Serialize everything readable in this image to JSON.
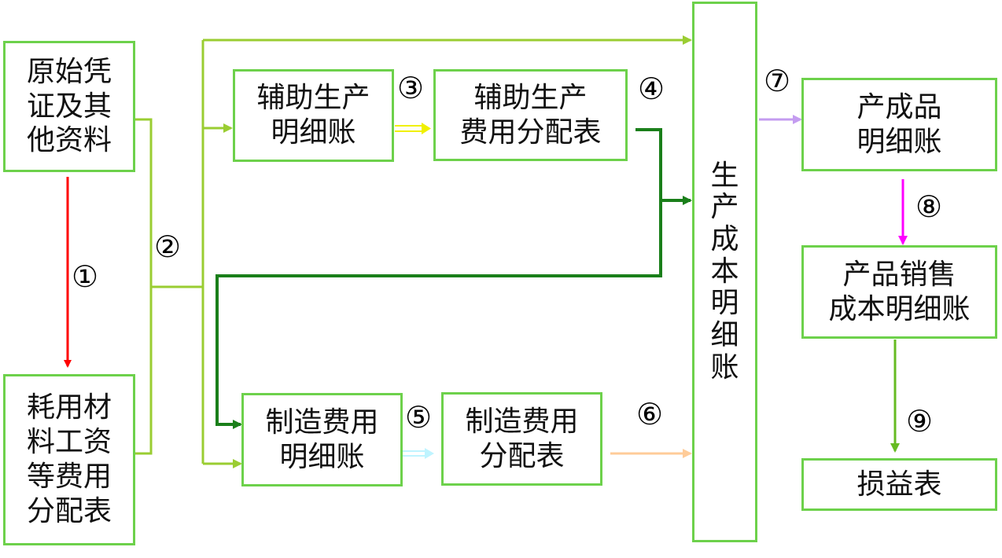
{
  "nodes": {
    "source_docs": {
      "label": "原始凭\n证及其\n他资料"
    },
    "allocation": {
      "label": "耗用材\n料工资\n等费用\n分配表"
    },
    "aux_ledger": {
      "label": "辅助生产\n明细账"
    },
    "aux_alloc": {
      "label": "辅助生产\n费用分配表"
    },
    "mfg_ledger": {
      "label": "制造费用\n明细账"
    },
    "mfg_alloc": {
      "label": "制造费用\n分配表"
    },
    "prod_cost": {
      "label": "生\n产\n成\n本\n明\n细\n账"
    },
    "finished_goods": {
      "label": "产成品\n明细账"
    },
    "cogs_ledger": {
      "label": "产品销售\n成本明细账"
    },
    "income_stmt": {
      "label": "损益表"
    }
  },
  "steps": [
    "①",
    "②",
    "③",
    "④",
    "⑤",
    "⑥",
    "⑦",
    "⑧",
    "⑨"
  ],
  "colors": {
    "box_border": "#6dd14b",
    "flow_main": "#9acd32",
    "flow_aux": "#1a7f1a",
    "step1": "#ff0000",
    "step3": "#f0f000",
    "step5": "#bff4ff",
    "step6": "#ffcc99",
    "step7": "#c49cf0",
    "step8": "#ff00ff",
    "step9": "#66bb22"
  }
}
